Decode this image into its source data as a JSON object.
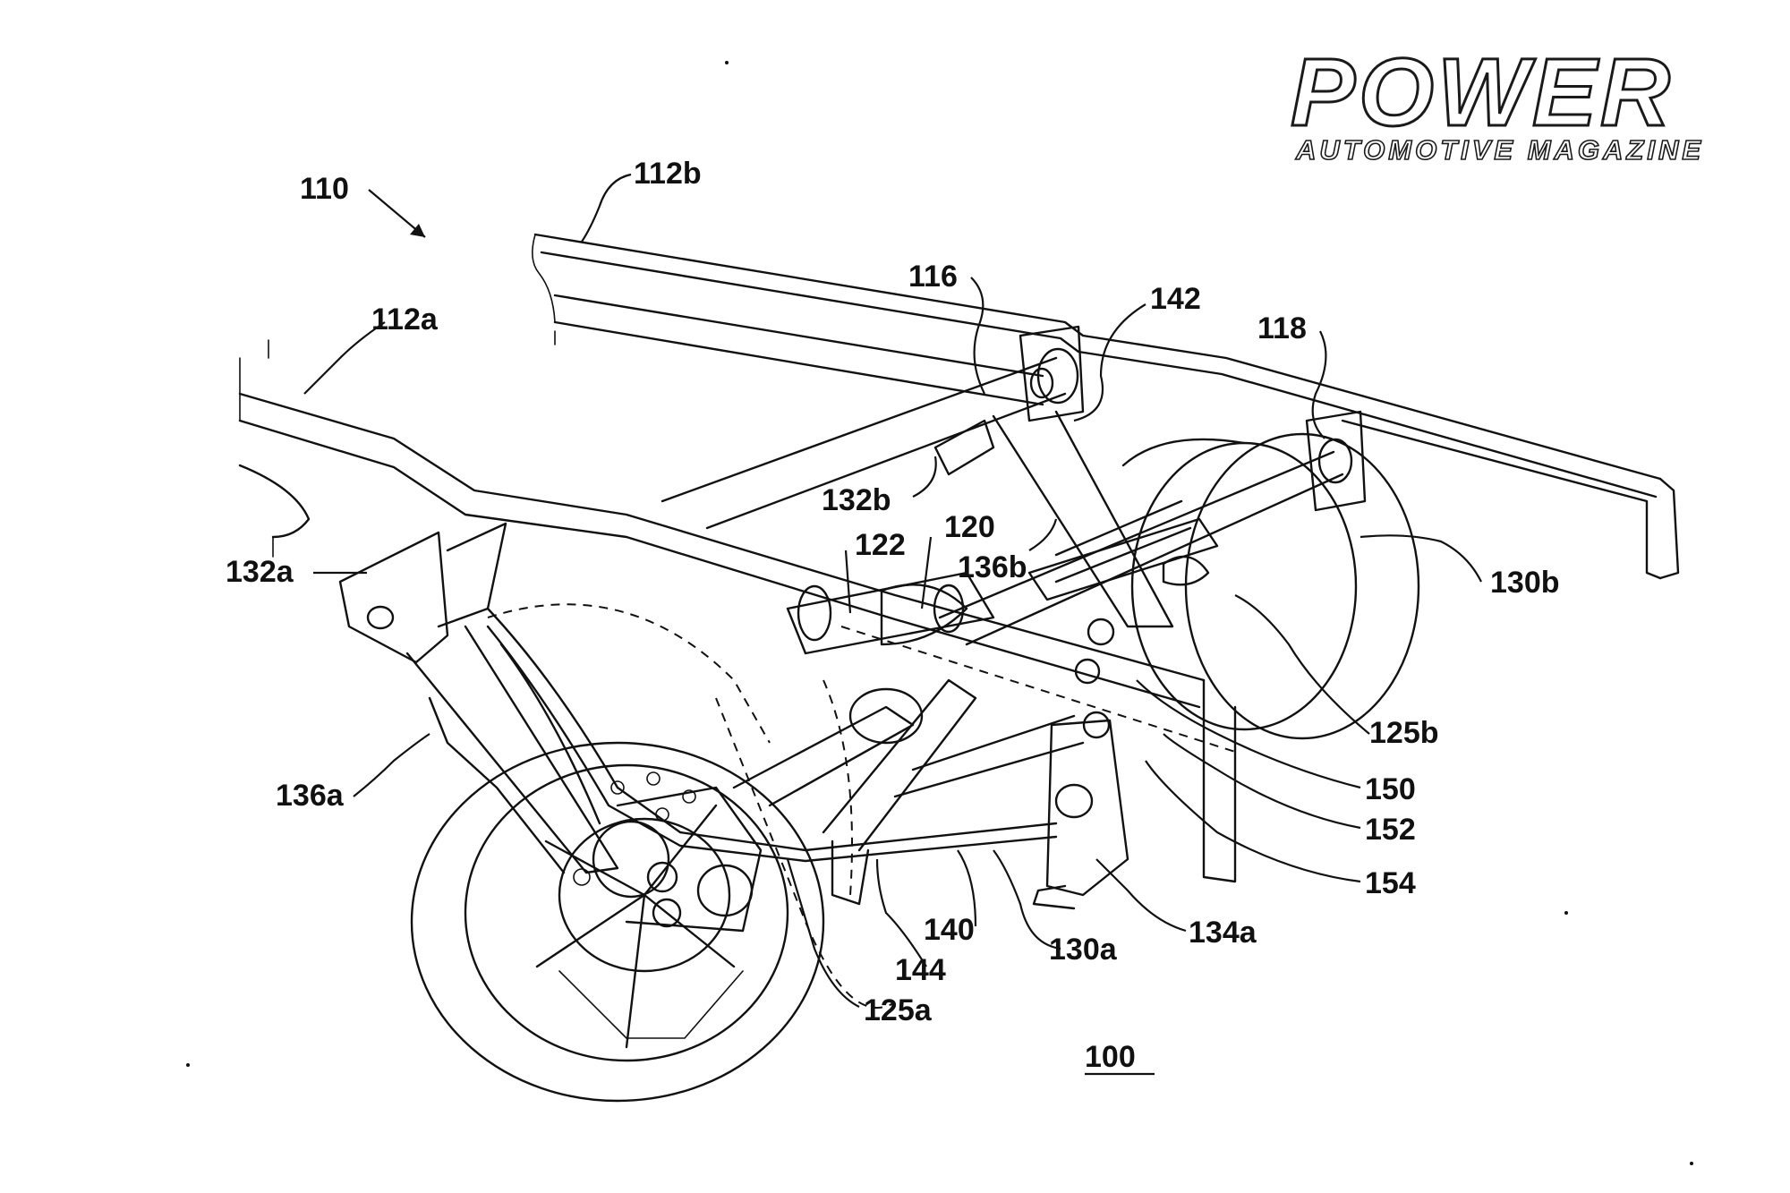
{
  "brand": {
    "title": "POWER",
    "subtitle": "AUTOMOTIVE MAGAZINE"
  },
  "figure": {
    "number": "100"
  },
  "labels": {
    "l110": "110",
    "l112b": "112b",
    "l112a": "112a",
    "l116": "116",
    "l142": "142",
    "l118": "118",
    "l132b": "132b",
    "l122": "122",
    "l120": "120",
    "l136b": "136b",
    "l132a": "132a",
    "l130b": "130b",
    "l125b": "125b",
    "l150": "150",
    "l152": "152",
    "l154": "154",
    "l136a": "136a",
    "l140": "140",
    "l130a": "130a",
    "l134a": "134a",
    "l144": "144",
    "l125a": "125a"
  },
  "colors": {
    "ink": "#111111",
    "paper": "#ffffff"
  }
}
